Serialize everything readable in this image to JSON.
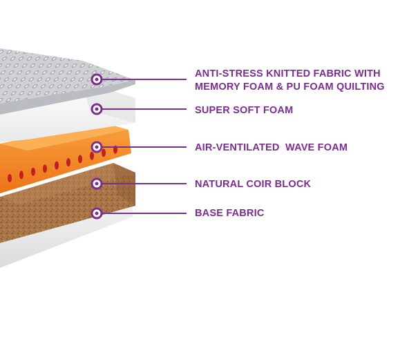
{
  "colors": {
    "accent": "#7b2d8e",
    "top_fabric": "#d9dadc",
    "soft_foam": "#f7f7f7",
    "wave_foam": "#f5851f",
    "coir": "#a7744a",
    "base_fabric": "#ededed"
  },
  "layers": [
    {
      "id": "top-fabric",
      "label_lines": [
        "ANTI-STRESS KNITTED FABRIC WITH",
        "MEMORY FOAM & PU FOAM QUILTING"
      ]
    },
    {
      "id": "soft-foam",
      "label_lines": [
        "SUPER SOFT FOAM"
      ]
    },
    {
      "id": "wave-foam",
      "label_lines": [
        "AIR-VENTILATED  WAVE FOAM"
      ]
    },
    {
      "id": "coir-block",
      "label_lines": [
        "NATURAL COIR BLOCK"
      ]
    },
    {
      "id": "base-fabric",
      "label_lines": [
        "BASE FABRIC"
      ]
    }
  ]
}
